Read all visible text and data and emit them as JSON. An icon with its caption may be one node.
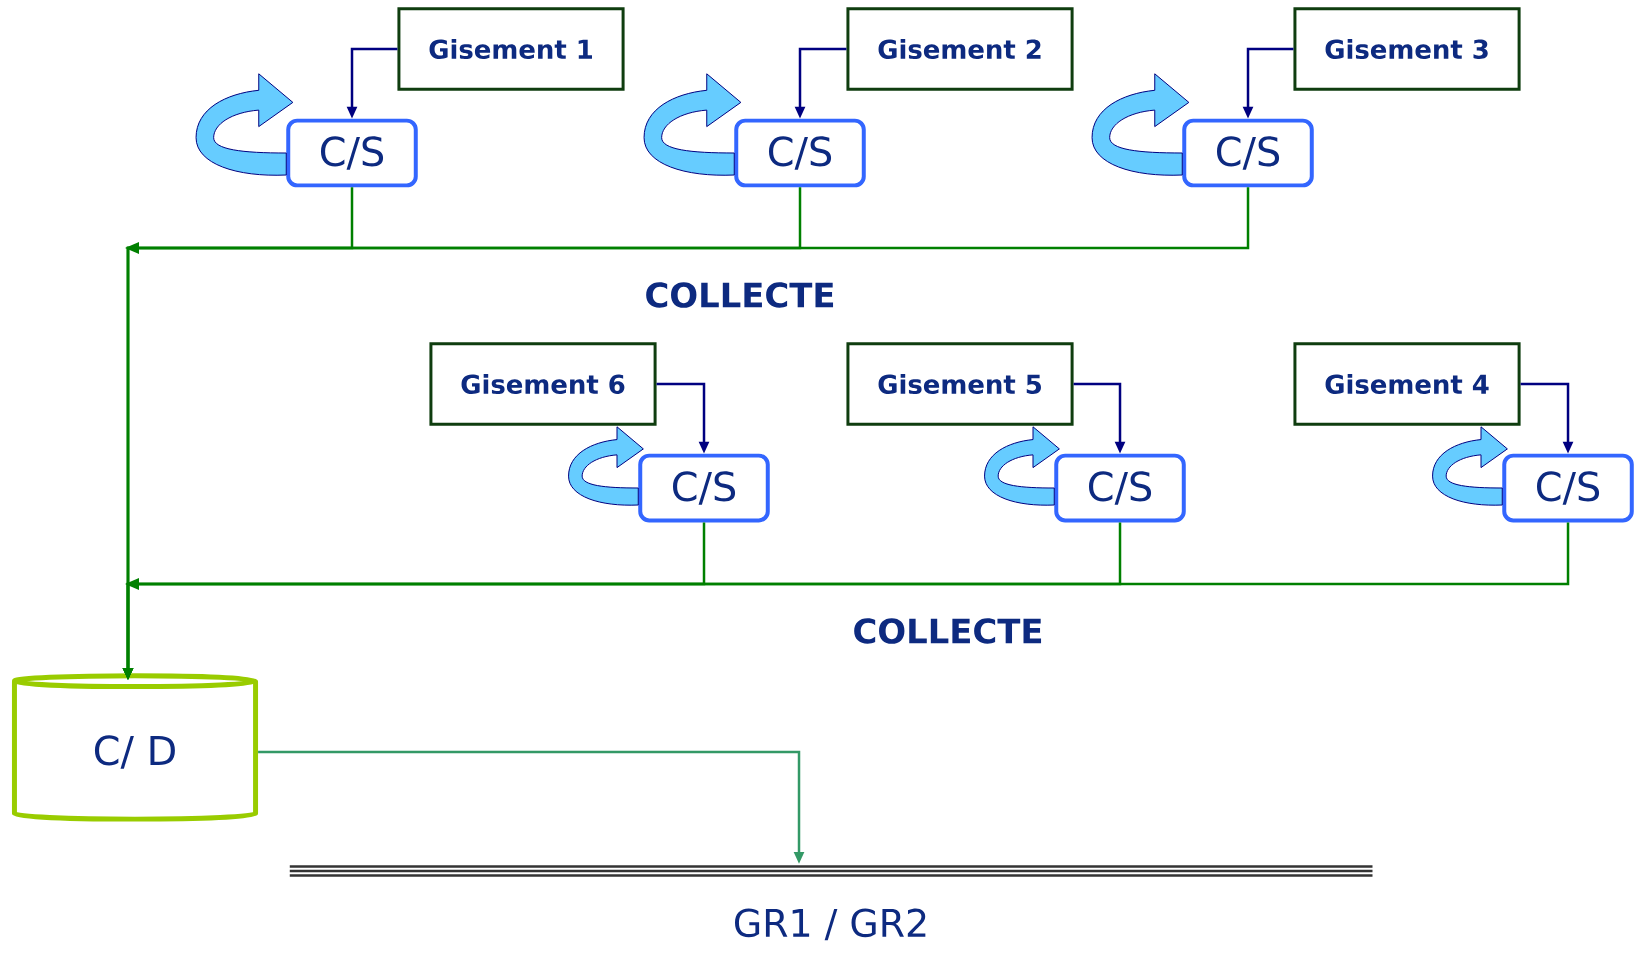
{
  "diagram": {
    "nodes": [
      {
        "text": [
          "Gisement 1"
        ]
      },
      {
        "text": [
          "Gisement 2"
        ]
      },
      {
        "text": [
          "Gisement 3"
        ]
      },
      {
        "text": [
          "C/S"
        ]
      },
      {
        "text": [
          "C/S"
        ]
      },
      {
        "text": [
          "C/S"
        ]
      },
      {
        "text": [
          "Gisement 6"
        ]
      },
      {
        "text": [
          "Gisement 5"
        ]
      },
      {
        "text": [
          "Gisement 4"
        ]
      },
      {
        "text": [
          "C/S"
        ]
      },
      {
        "text": [
          "C/S"
        ]
      },
      {
        "text": [
          "C/S"
        ]
      },
      {
        "text": [
          "C/ D"
        ]
      },
      {
        "text": [],
        "shape": "bar",
        "beside": [
          "GR1 / GR2"
        ]
      }
    ],
    "edges": [
      {
        "from": 0,
        "to": 3,
        "arrow": "to"
      },
      {
        "from": 1,
        "to": 4,
        "arrow": "to"
      },
      {
        "from": 2,
        "to": 5,
        "arrow": "to"
      },
      {
        "from": 6,
        "to": 9,
        "arrow": "to"
      },
      {
        "from": 7,
        "to": 10,
        "arrow": "to"
      },
      {
        "from": 8,
        "to": 11,
        "arrow": "to"
      },
      {
        "from": 3,
        "to": 12,
        "arrow": "to",
        "color": "#008000"
      },
      {
        "from": 4,
        "to": 12,
        "arrow": "to",
        "color": "#008000"
      },
      {
        "from": 5,
        "to": 12,
        "arrow": "to",
        "color": "#008000"
      },
      {
        "from": 9,
        "to": 12,
        "arrow": "to",
        "color": "#008000"
      },
      {
        "from": 10,
        "to": 12,
        "arrow": "to",
        "color": "#008000"
      },
      {
        "from": 11,
        "to": 12,
        "arrow": "to",
        "color": "#008000"
      },
      {
        "from": 12,
        "to": 13,
        "arrow": "to",
        "color": "#339966"
      }
    ],
    "labels": [
      "COLLECTE",
      "COLLECTE"
    ]
  }
}
